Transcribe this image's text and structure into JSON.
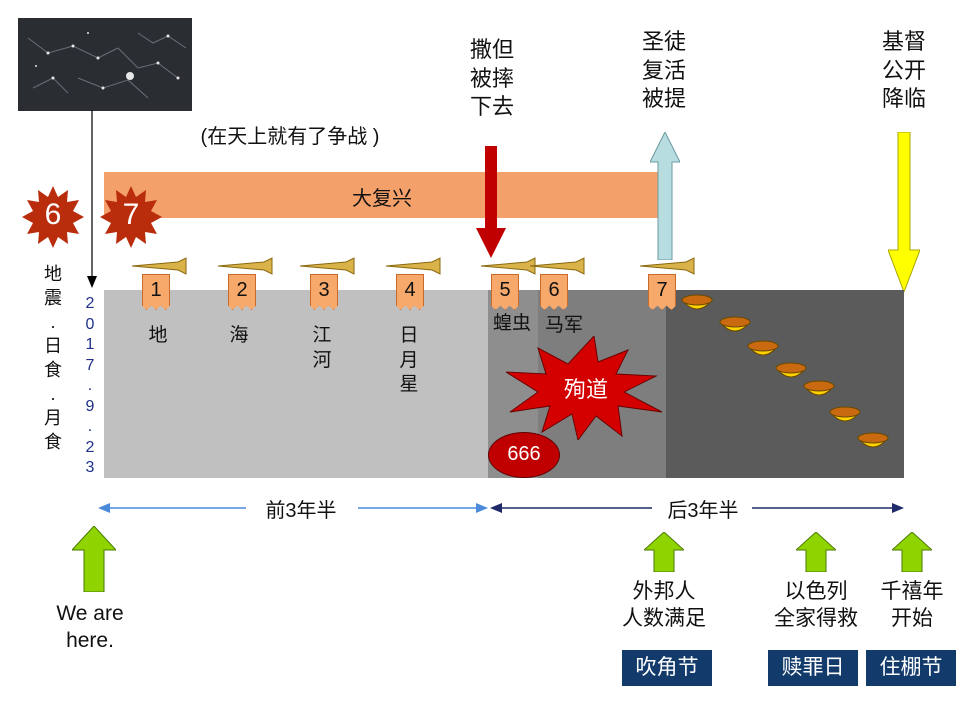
{
  "war_text": "(在天上就有了争战 )",
  "revival_bar": "大复兴",
  "seal6": "6",
  "seal7": "7",
  "signs_text": "地\n震\n.\n日\n食\n.\n月\n食",
  "date_text": "2\n0\n1\n7\n.\n9\n.\n2\n3",
  "top_labels": {
    "satan": "撒但\n被摔\n下去",
    "rapture": "圣徒\n复活\n被提",
    "return": "基督\n公开\n降临"
  },
  "trumpets": [
    {
      "num": "1",
      "label": "地"
    },
    {
      "num": "2",
      "label": "海"
    },
    {
      "num": "3",
      "label": "江\n河"
    },
    {
      "num": "4",
      "label": "日\n月\n星"
    },
    {
      "num": "5",
      "label": "蝗虫"
    },
    {
      "num": "6",
      "label": "马军"
    },
    {
      "num": "7",
      "label": ""
    }
  ],
  "martyr_text": "殉道",
  "beast_number": "666",
  "first_half": "前3年半",
  "second_half": "后3年半",
  "here_text": "We are\nhere.",
  "bottom_events": [
    {
      "text": "外邦人\n人数满足",
      "feast": "吹角节"
    },
    {
      "text": "以色列\n全家得救",
      "feast": "赎罪日"
    },
    {
      "text": "千禧年\n开始",
      "feast": "住棚节"
    }
  ],
  "colors": {
    "revival": "#f4a06a",
    "period_light": "#c0c0c0",
    "period_mid": "#8c8c8c",
    "period_dark": "#5b5b5b",
    "seal": "#c0300a",
    "feast_badge": "#123a6b"
  }
}
